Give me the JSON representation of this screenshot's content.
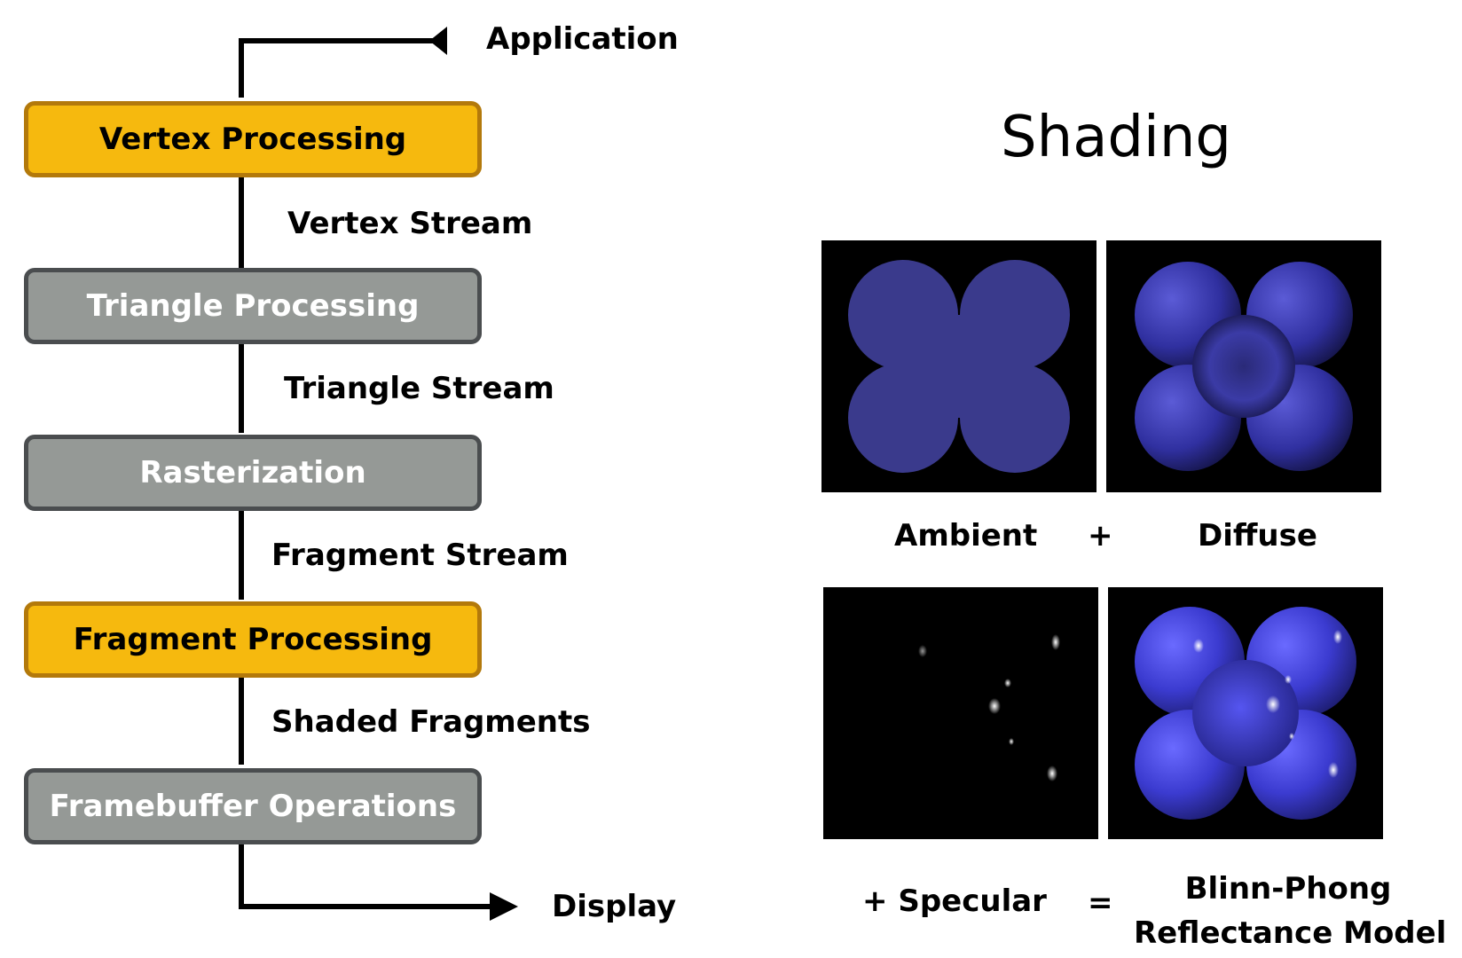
{
  "pipeline": {
    "input_label": "Application",
    "output_label": "Display",
    "stages": [
      {
        "label": "Vertex Processing",
        "style": "highlight"
      },
      {
        "label": "Triangle Processing",
        "style": "normal"
      },
      {
        "label": "Rasterization",
        "style": "normal"
      },
      {
        "label": "Fragment Processing",
        "style": "highlight"
      },
      {
        "label": "Framebuffer Operations",
        "style": "normal"
      }
    ],
    "streams": [
      "Vertex Stream",
      "Triangle Stream",
      "Fragment Stream",
      "Shaded Fragments"
    ]
  },
  "shading": {
    "title": "Shading",
    "panels": [
      "ambient",
      "diffuse",
      "specular",
      "blinn-phong"
    ],
    "ambient_label": "Ambient",
    "plus_1": "+",
    "diffuse_label": "Diffuse",
    "specular_label": "+ Specular",
    "equals": "=",
    "result_line1": "Blinn-Phong",
    "result_line2": "Reflectance Model"
  },
  "colors": {
    "highlight_fill": "#f6b90e",
    "highlight_border": "#b3790b",
    "normal_fill": "#959996",
    "normal_border": "#4a4d4f",
    "object_blue": "#3a3a8c"
  }
}
